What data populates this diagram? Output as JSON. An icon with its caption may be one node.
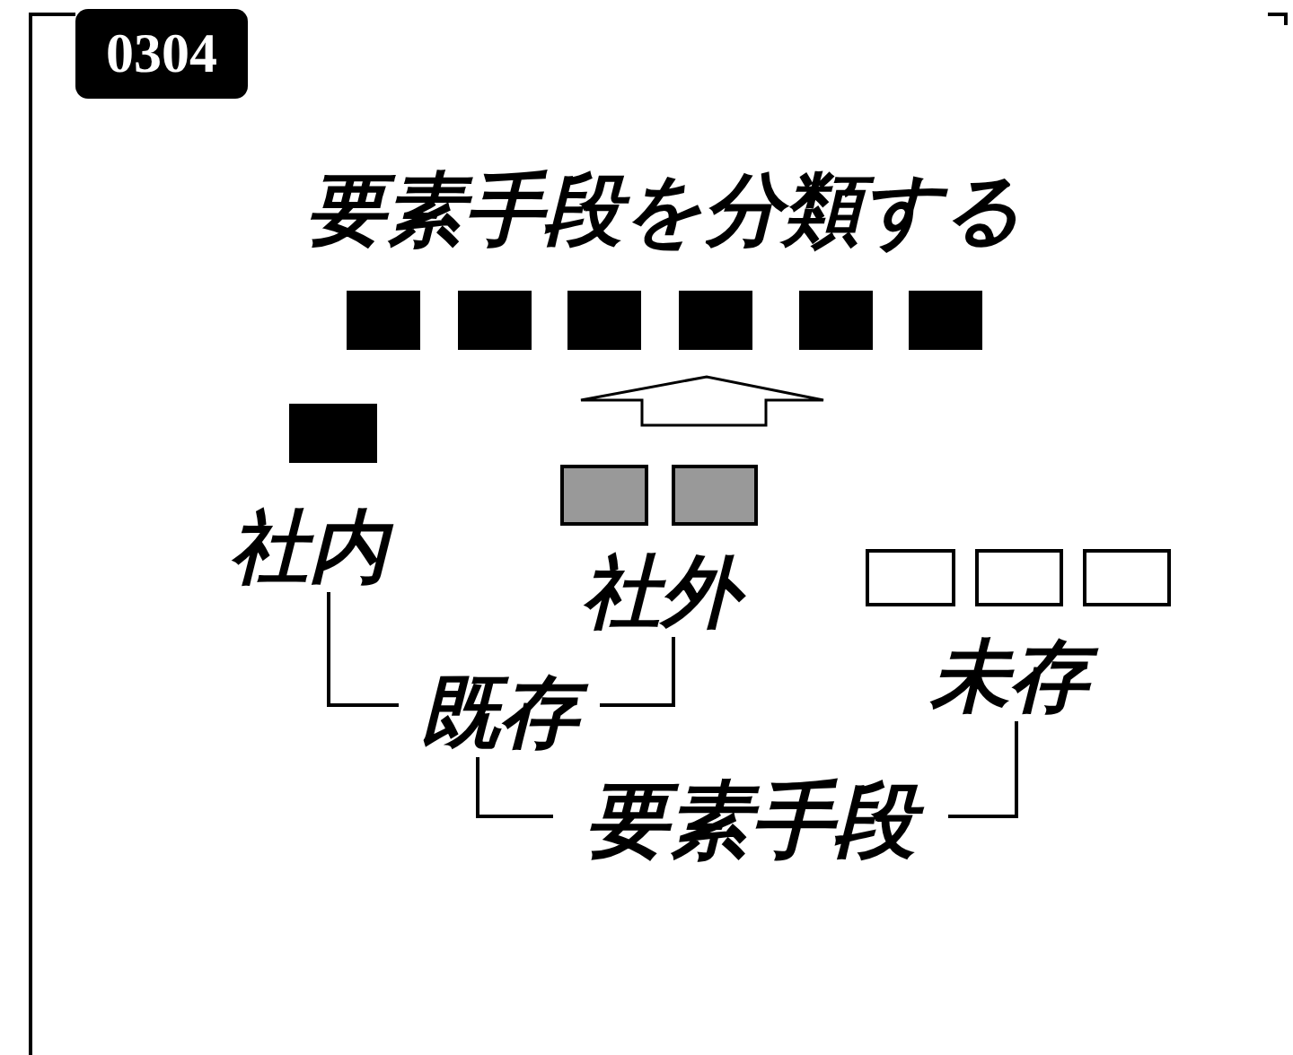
{
  "diagram": {
    "title": "要素手段を分類する",
    "nodes": [
      {
        "text": [],
        "shape": "box"
      },
      {
        "text": [],
        "shape": "box"
      },
      {
        "text": [],
        "shape": "box"
      },
      {
        "text": [],
        "shape": "box"
      },
      {
        "text": [],
        "shape": "box"
      },
      {
        "text": [],
        "shape": "box"
      },
      {
        "text": [],
        "shape": "box"
      },
      {
        "text": [],
        "shape": "box"
      },
      {
        "text": [],
        "shape": "box"
      },
      {
        "text": [
          "社内"
        ]
      },
      {
        "text": [],
        "shape": "box"
      },
      {
        "text": [],
        "shape": "box"
      },
      {
        "text": [],
        "shape": "box"
      },
      {
        "text": [
          "社外"
        ]
      },
      {
        "text": [
          "未存"
        ]
      },
      {
        "text": [
          "既存"
        ]
      },
      {
        "text": [
          "要素手段"
        ]
      }
    ],
    "edges": [
      {
        "from": 9,
        "to": 15,
        "arrow": "none"
      },
      {
        "from": 13,
        "to": 15,
        "arrow": "none"
      },
      {
        "from": 15,
        "to": 16,
        "arrow": "none"
      },
      {
        "from": 14,
        "to": 16,
        "arrow": "none"
      },
      {
        "from": 8,
        "to": 3,
        "arrow": "to",
        "style": "thick"
      }
    ],
    "labels": [
      "0304"
    ]
  }
}
